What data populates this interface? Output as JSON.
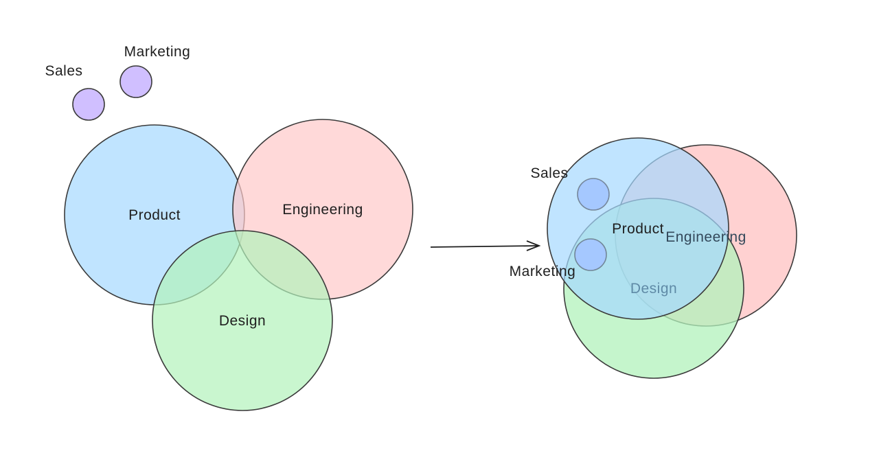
{
  "colors": {
    "product": "#a5d8ff",
    "engineering": "#ffc9c9",
    "design": "#b2f2bb",
    "small_left": "#d0bfff",
    "small_right": "#a5c8ff"
  },
  "before": {
    "product": "Product",
    "engineering": "Engineering",
    "design": "Design",
    "sales": "Sales",
    "marketing": "Marketing"
  },
  "after": {
    "product": "Product",
    "engineering": "Engineering",
    "design": "Design",
    "sales": "Sales",
    "marketing": "Marketing"
  }
}
